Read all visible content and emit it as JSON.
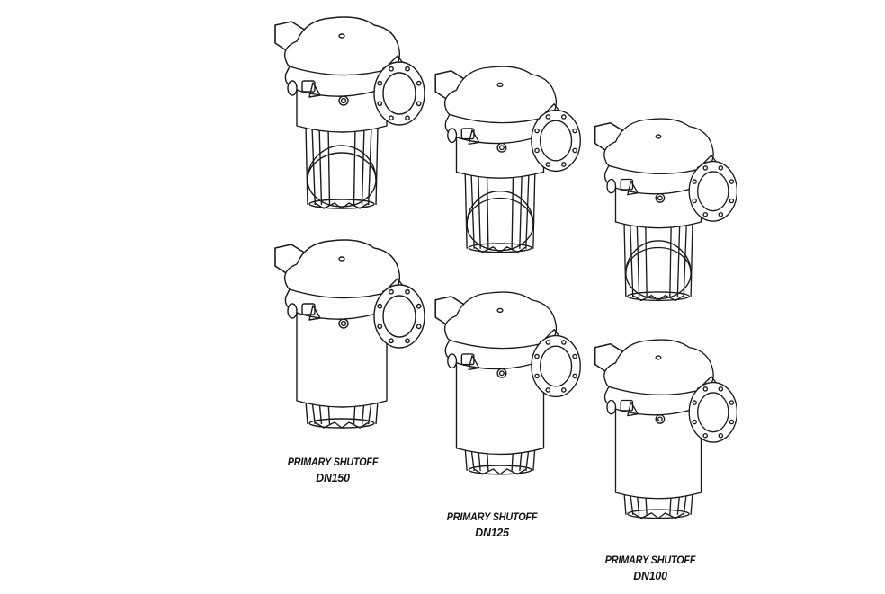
{
  "figure": {
    "line_color": "#1a1a1a",
    "fill_color": "#ffffff",
    "groups": [
      {
        "caption_line1": "PRIMARY SHUTOFF",
        "caption_line2": "DN150",
        "units": [
          {
            "variant": "open-basket"
          },
          {
            "variant": "closed-body"
          }
        ]
      },
      {
        "caption_line1": "PRIMARY SHUTOFF",
        "caption_line2": "DN125",
        "units": [
          {
            "variant": "open-basket"
          },
          {
            "variant": "closed-body"
          }
        ]
      },
      {
        "caption_line1": "PRIMARY SHUTOFF",
        "caption_line2": "DN100",
        "units": [
          {
            "variant": "open-basket"
          },
          {
            "variant": "closed-body"
          }
        ]
      }
    ]
  }
}
